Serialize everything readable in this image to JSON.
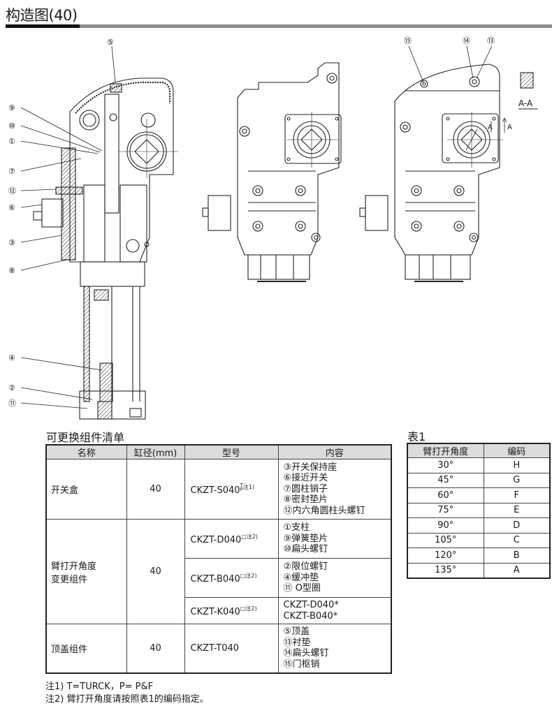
{
  "page": {
    "title": "构造图(40)"
  },
  "drawing": {
    "callouts_left": [
      "⑤",
      "⑨",
      "⑩",
      "①",
      "⑦",
      "⑫",
      "⑥",
      "③",
      "⑧",
      "④",
      "②",
      "⑪"
    ],
    "callouts_right": [
      "⑮",
      "⑭",
      "⑬"
    ],
    "section_label": "A-A",
    "section_marker": "A"
  },
  "parts_list": {
    "title": "可更换组件清单",
    "headers": [
      "名称",
      "缸径(mm)",
      "型号",
      "内容"
    ],
    "rows": [
      {
        "name": "开关盒",
        "bore": "40",
        "models": [
          {
            "model": "CKZT-S040",
            "suffix_top": "T",
            "suffix_bottom": "P",
            "note": "注1)",
            "contents": [
              "③开关保持座",
              "⑥接近开关",
              "⑦圆柱销子",
              "⑧密封垫片",
              "⑫内六角圆柱头螺钉"
            ]
          }
        ]
      },
      {
        "name_line1": "臂打开角度",
        "name_line2": "变更组件",
        "bore": "40",
        "models": [
          {
            "model": "CKZT-D040",
            "box": "□",
            "note": "注2)",
            "contents": [
              "①支柱",
              "⑨弹簧垫片",
              "⑩扁头螺钉"
            ]
          },
          {
            "model": "CKZT-B040",
            "box": "□",
            "note": "注2)",
            "contents": [
              "②限位螺钉",
              "④缓冲垫",
              "⑪ O型圈"
            ]
          },
          {
            "model": "CKZT-K040",
            "box": "□",
            "note": "注2)",
            "contents": [
              "CKZT-D040*",
              "CKZT-B040*"
            ]
          }
        ]
      },
      {
        "name": "顶盖组件",
        "bore": "40",
        "models": [
          {
            "model": "CKZT-T040",
            "contents": [
              "⑤顶盖",
              "⑬衬垫",
              "⑭扁头螺钉",
              "⑮门枢销"
            ]
          }
        ]
      }
    ],
    "notes": [
      "注1) T=TURCK，P= P&F",
      "注2) 臂打开角度请按照表1的编码指定。"
    ]
  },
  "table1": {
    "title": "表1",
    "headers": [
      "臂打开角度",
      "编码"
    ],
    "rows": [
      [
        "30°",
        "H"
      ],
      [
        "45°",
        "G"
      ],
      [
        "60°",
        "F"
      ],
      [
        "75°",
        "E"
      ],
      [
        "90°",
        "D"
      ],
      [
        "105°",
        "C"
      ],
      [
        "120°",
        "B"
      ],
      [
        "135°",
        "A"
      ]
    ]
  }
}
